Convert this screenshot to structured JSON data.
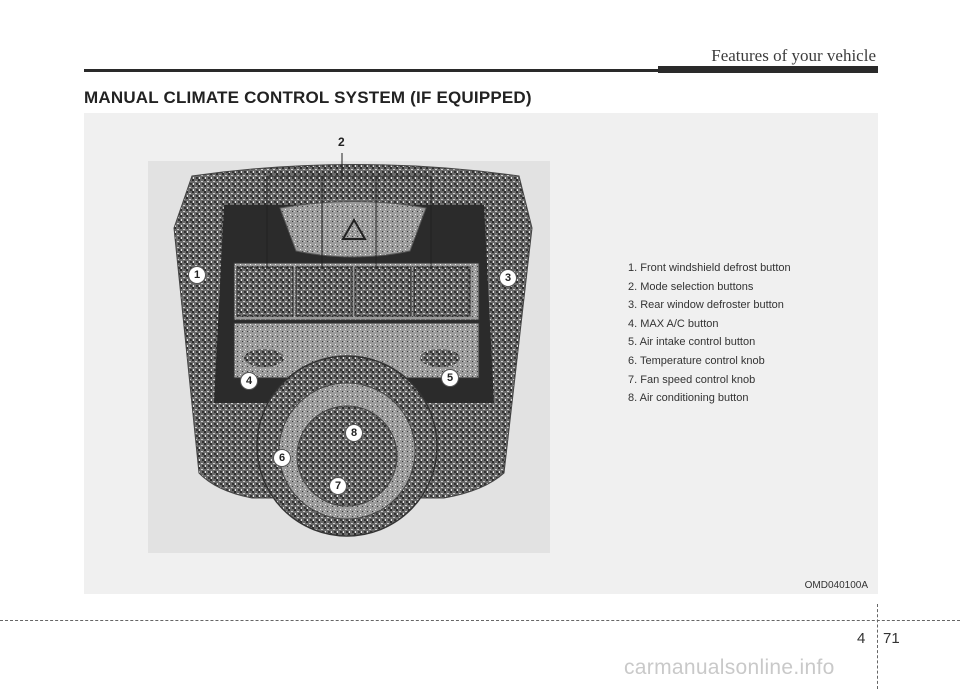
{
  "header": {
    "running_title": "Features of your vehicle"
  },
  "section": {
    "title": "MANUAL CLIMATE CONTROL SYSTEM (IF EQUIPPED)"
  },
  "figure": {
    "code": "OMD040100A",
    "callouts": [
      "1",
      "2",
      "3",
      "4",
      "5",
      "6",
      "7",
      "8"
    ],
    "legend": [
      "1. Front windshield defrost button",
      "2. Mode selection buttons",
      "3. Rear window defroster button",
      "4. MAX A/C button",
      "5. Air intake control button",
      "6. Temperature control knob",
      "7. Fan speed control knob",
      "8. Air conditioning button"
    ]
  },
  "footer": {
    "chapter": "4",
    "page": "71"
  },
  "watermark": {
    "text": "carmanualsonline.info"
  }
}
